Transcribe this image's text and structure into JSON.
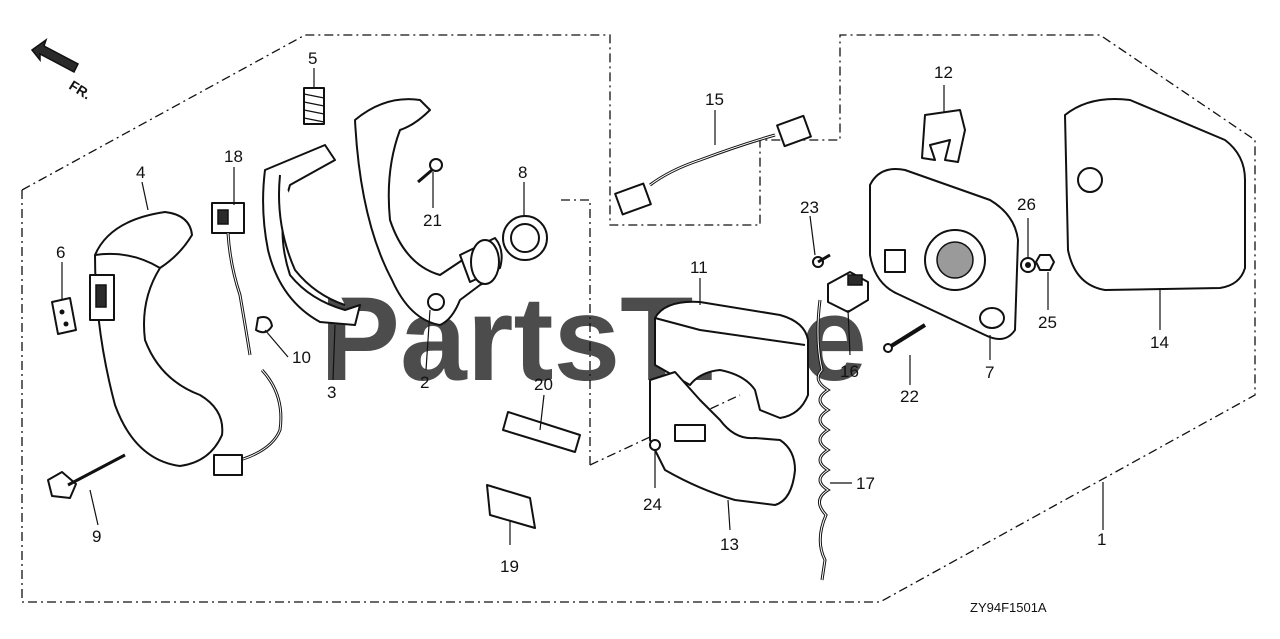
{
  "diagram": {
    "watermark": "PartsTree",
    "orientation_label": "FR.",
    "figure_code": "ZY94F1501A",
    "callouts": [
      "1",
      "2",
      "3",
      "4",
      "5",
      "6",
      "7",
      "8",
      "9",
      "10",
      "11",
      "12",
      "13",
      "14",
      "15",
      "16",
      "17",
      "18",
      "19",
      "20",
      "21",
      "22",
      "23",
      "24",
      "25",
      "26"
    ]
  }
}
